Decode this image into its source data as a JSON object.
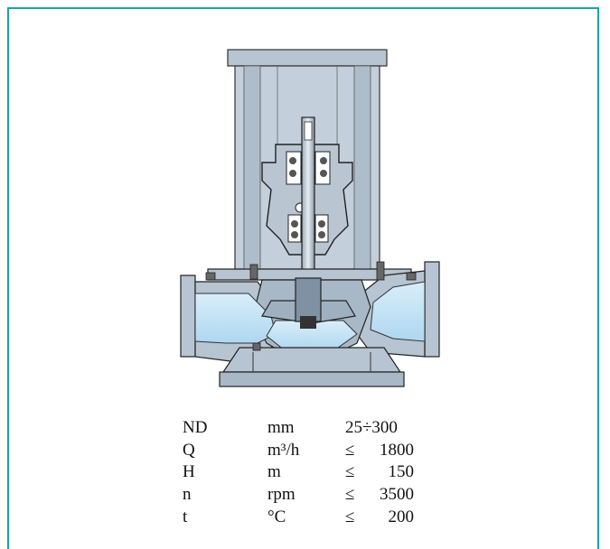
{
  "figure": {
    "description_icon": "inline-pump-cross-section"
  },
  "specs": {
    "rows": [
      {
        "symbol": "ND",
        "unit": "mm",
        "operator": "",
        "value": "25÷300"
      },
      {
        "symbol": "Q",
        "unit": "m³/h",
        "operator": "≤",
        "value": "1800"
      },
      {
        "symbol": "H",
        "unit": "m",
        "operator": "≤",
        "value": "150"
      },
      {
        "symbol": "n",
        "unit": "rpm",
        "operator": "≤",
        "value": "3500"
      },
      {
        "symbol": "t",
        "unit": "°C",
        "operator": "≤",
        "value": "200"
      }
    ]
  },
  "colors": {
    "frame": "#1aa5a6",
    "metal": "#b7c4d1",
    "metal_dark": "#8e9fb0",
    "water": "#c9e6f7"
  }
}
